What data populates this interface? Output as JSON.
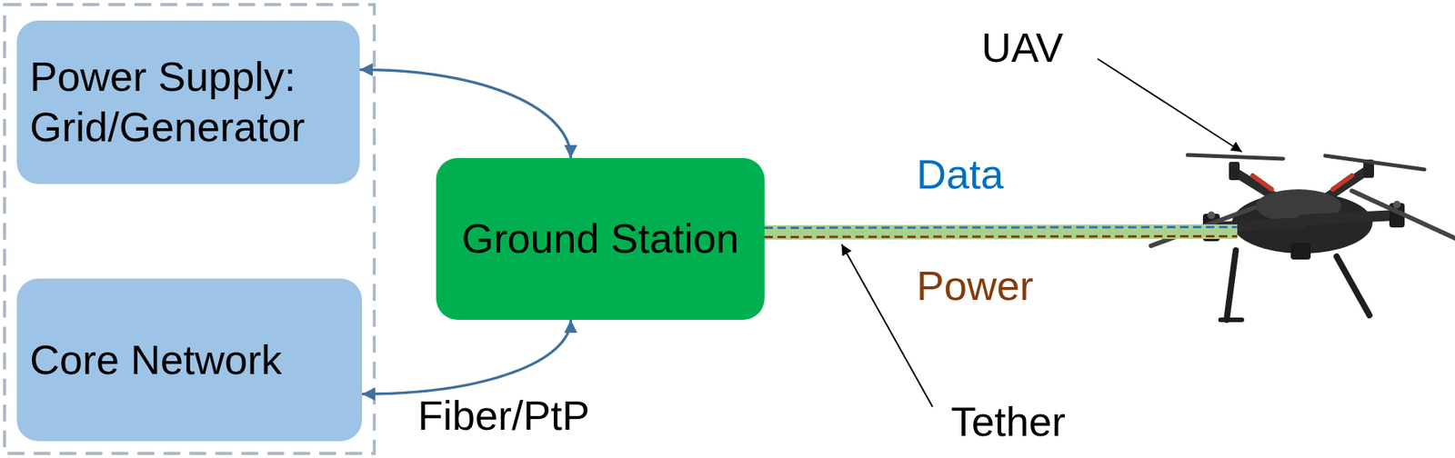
{
  "diagram": {
    "nodes": [
      {
        "text": [
          "Power Supply: Grid/Generator"
        ]
      },
      {
        "text": [
          "Core Network"
        ]
      },
      {
        "text": [
          "Ground Station"
        ]
      },
      {
        "text": [
          "UAV"
        ]
      }
    ],
    "edges": [
      {
        "from": 0,
        "to": 2,
        "arrow": "both"
      },
      {
        "from": 1,
        "to": 2,
        "arrow": "both",
        "label": "Fiber/PtP"
      },
      {
        "from": 2,
        "to": 3,
        "arrow": "none"
      }
    ],
    "labels": [
      "Data",
      "Power",
      "Tether"
    ]
  }
}
